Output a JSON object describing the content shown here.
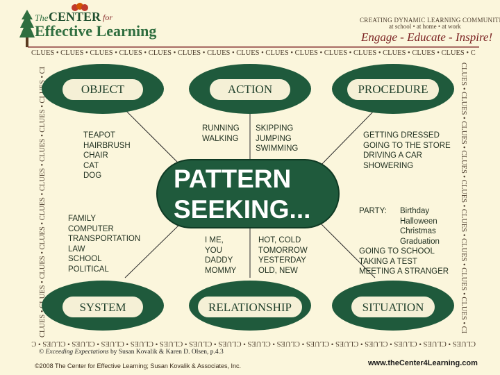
{
  "header": {
    "logo_the": "The",
    "logo_center": "CENTER",
    "logo_for": "for",
    "logo_effective": "Effective Learning",
    "tagline_line1": "CREATING DYNAMIC LEARNING COMMUNITIES",
    "tagline_line2": "at school • at home • at work",
    "motto": "Engage - Educate - Inspire!"
  },
  "border_text": {
    "top": "CLUES • CLUES • CLUES • CLUES • CLUES • CLUES • CLUES • CLUES • CLUES • CLUES • CLUES • CLUES • CLUES • CLUES • CLUES • CLUES",
    "bottom": "CLUES • CLUES • CLUES • CLUES • CLUES • CLUES • CLUES • CLUES • CLUES • CLUES • CLUES • CLUES • CLUES • CLUES • CLUES • CLUES",
    "left": "CLUES • CLUES • CLUES • CLUES • CLUES • CLUES • CLUES • CLUES • CLUES • CLUES",
    "right": "CLUES • CLUES • CLUES • CLUES • CLUES • CLUES • CLUES • CLUES • CLUES • CLUES"
  },
  "diagram": {
    "center_line1": "PATTERN",
    "center_line2": "SEEKING...",
    "nodes": {
      "object": "OBJECT",
      "action": "ACTION",
      "procedure": "PROCEDURE",
      "system": "SYSTEM",
      "relationship": "RELATIONSHIP",
      "situation": "SITUATION"
    },
    "object_examples": [
      "TEAPOT",
      "HAIRBRUSH",
      "CHAIR",
      "CAT",
      "DOG"
    ],
    "action_examples_col1": [
      "RUNNING",
      "WALKING"
    ],
    "action_examples_col2": [
      "SKIPPING",
      "JUMPING",
      "SWIMMING"
    ],
    "procedure_examples": [
      "GETTING DRESSED",
      "GOING TO THE STORE",
      "DRIVING A CAR",
      "SHOWERING"
    ],
    "system_examples": [
      "FAMILY",
      "COMPUTER",
      "TRANSPORTATION",
      "LAW",
      "SCHOOL",
      "POLITICAL"
    ],
    "relationship_examples_col1": [
      "I ME,",
      "YOU",
      "DADDY",
      "MOMMY"
    ],
    "relationship_examples_col2": [
      "HOT, COLD",
      "TOMORROW",
      "YESTERDAY",
      "OLD, NEW"
    ],
    "situation_party_label": "PARTY:",
    "situation_party_items": [
      "Birthday",
      "Halloween",
      "Christmas",
      "Graduation"
    ],
    "situation_examples": [
      "GOING TO SCHOOL",
      "TAKING A TEST",
      "MEETING A STRANGER"
    ]
  },
  "footer": {
    "citation_prefix": "©",
    "citation_title": "Exceeding Expectations",
    "citation_rest": "by Susan Kovalik & Karen D. Olsen, p.4.3",
    "copyright": "©2008 The Center for Effective Learning; Susan Kovalik & Associates, Inc.",
    "url": "www.theCenter4Learning.com"
  },
  "colors": {
    "background": "#fbf6dc",
    "node_fill": "#1f5a3c",
    "node_inner": "#f5f0d6",
    "accent_red": "#7a2020"
  }
}
